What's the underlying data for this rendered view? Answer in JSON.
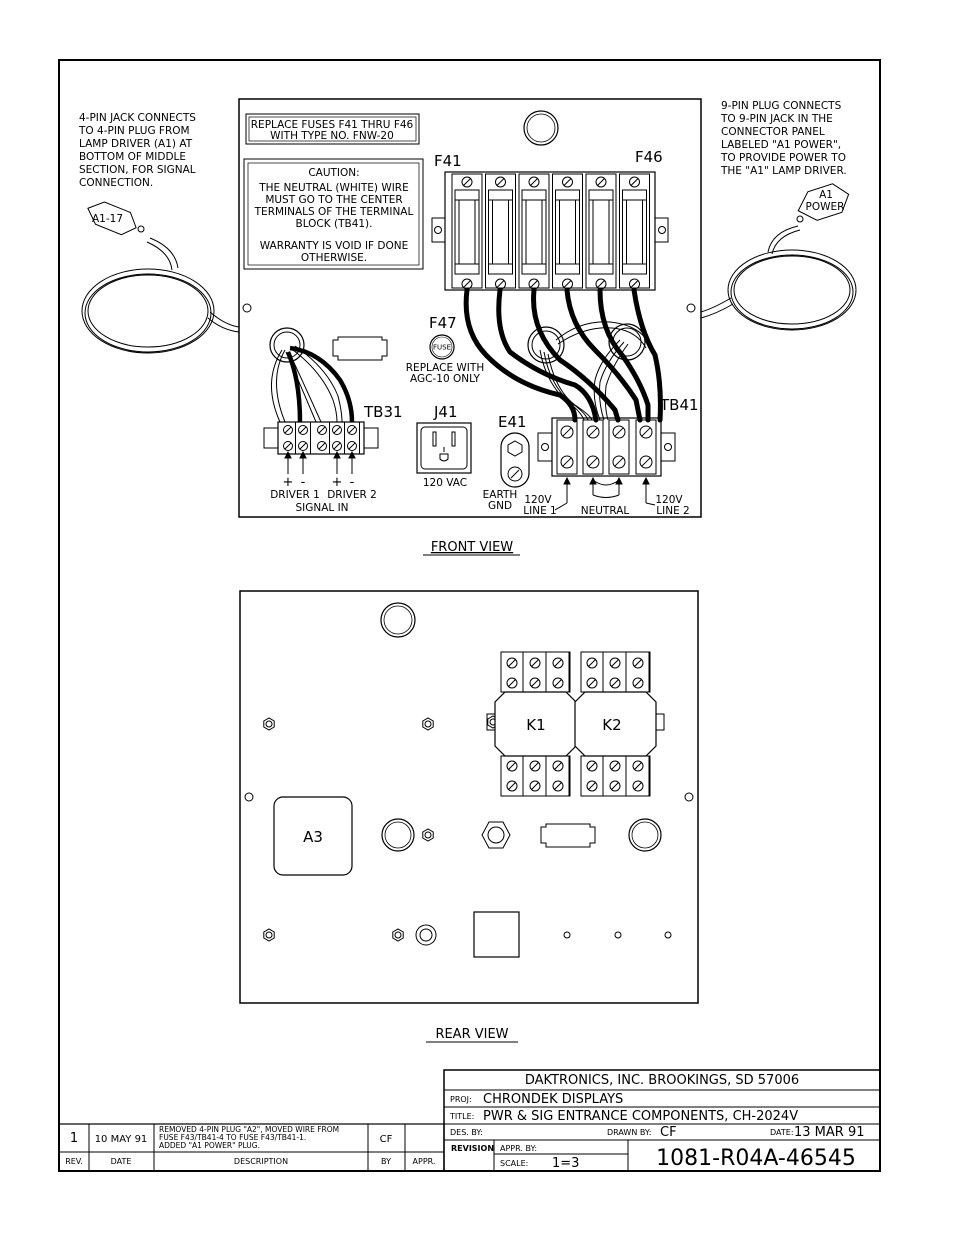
{
  "front_view": {
    "title": "FRONT VIEW",
    "fuse_note": [
      "REPLACE FUSES F41 THRU F46",
      "WITH TYPE NO. FNW-20"
    ],
    "caution": {
      "heading": "CAUTION:",
      "lines": [
        "THE NEUTRAL (WHITE) WIRE",
        "MUST GO TO THE CENTER",
        "TERMINALS OF THE TERMINAL",
        "BLOCK (TB41)."
      ],
      "warranty": [
        "WARRANTY IS VOID IF DONE",
        "OTHERWISE."
      ]
    },
    "left_note": [
      "4-PIN JACK CONNECTS",
      "TO 4-PIN PLUG FROM",
      "LAMP DRIVER (A1) AT",
      "BOTTOM OF MIDDLE",
      "SECTION, FOR SIGNAL",
      "CONNECTION."
    ],
    "right_note": [
      "9-PIN PLUG CONNECTS",
      "TO 9-PIN JACK IN THE",
      "CONNECTOR PANEL",
      "LABELED \"A1 POWER\",",
      "TO PROVIDE POWER TO",
      "THE \"A1\" LAMP DRIVER."
    ],
    "tag_left": "A1-17",
    "tag_right": [
      "A1",
      "POWER"
    ],
    "f41": "F41",
    "f46": "F46",
    "f47": "F47",
    "fuse_word": "FUSE",
    "f47_note": [
      "REPLACE WITH",
      "AGC-10 ONLY"
    ],
    "tb31": "TB31",
    "tb41": "TB41",
    "j41": "J41",
    "j41_voltage": "120 VAC",
    "e41": "E41",
    "plus": "+",
    "minus": "-",
    "driver1": "DRIVER 1",
    "driver2": "DRIVER 2",
    "signal_in": "SIGNAL IN",
    "earth_gnd": [
      "EARTH",
      "GND"
    ],
    "line1": [
      "120V",
      "LINE 1"
    ],
    "neutral": "NEUTRAL",
    "line2": [
      "120V",
      "LINE 2"
    ]
  },
  "rear_view": {
    "title": "REAR VIEW",
    "k1": "K1",
    "k2": "K2",
    "a3": "A3"
  },
  "title_block": {
    "company": "DAKTRONICS, INC.   BROOKINGS, SD  57006",
    "proj_label": "PROJ:",
    "proj": "CHRONDEK DISPLAYS",
    "title_label": "TITLE:",
    "title": "PWR & SIG ENTRANCE COMPONENTS, CH-2024V",
    "des_label": "DES. BY:",
    "drawn_label": "DRAWN BY:",
    "drawn": "CF",
    "date_label": "DATE:",
    "date": "13 MAR 91",
    "revision_label": "REVISION",
    "appr_label": "APPR. BY:",
    "scale_label": "SCALE:",
    "scale": "1=3",
    "drawing_no": "1081-R04A-46545"
  },
  "revision_block": {
    "headers": [
      "REV.",
      "DATE",
      "DESCRIPTION",
      "BY",
      "APPR."
    ],
    "row": {
      "rev": "1",
      "date": "10 MAY 91",
      "description": [
        "REMOVED 4-PIN PLUG \"A2\", MOVED WIRE FROM",
        "FUSE F43/TB41-4 TO FUSE F43/TB41-1.",
        "ADDED \"A1 POWER\" PLUG."
      ],
      "by": "CF",
      "appr": ""
    }
  }
}
